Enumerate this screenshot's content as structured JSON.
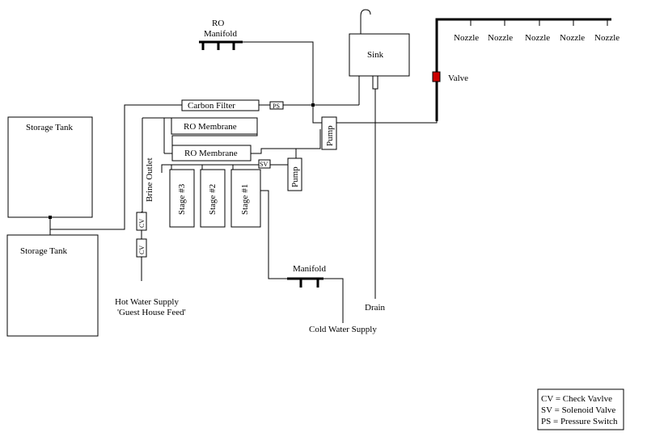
{
  "labels": {
    "ro_manifold_line1": "RO",
    "ro_manifold_line2": "Manifold",
    "sink": "Sink",
    "nozzles": [
      "Nozzle",
      "Nozzle",
      "Nozzle",
      "Nozzle",
      "Nozzle"
    ],
    "valve": "Valve",
    "carbon_filter": "Carbon Filter",
    "pressure_switch": "PS",
    "ro_membrane_1": "RO Membrane",
    "ro_membrane_2": "RO Membrane",
    "pump_1": "Pump",
    "pump_2": "Pump",
    "solenoid_valve": "SV",
    "brine_outlet": "Brine Outlet",
    "stage_3": "Stage #3",
    "stage_2": "Stage #2",
    "stage_1": "Stage #1",
    "storage_tank_1": "Storage Tank",
    "storage_tank_2": "Storage Tank",
    "check_valve_1": "CV",
    "check_valve_2": "CV",
    "hot_water_line1": "Hot Water Supply",
    "hot_water_line2": "'Guest House Feed'",
    "manifold": "Manifold",
    "cold_water_supply": "Cold Water Supply",
    "drain": "Drain"
  },
  "legend": [
    "CV = Check Vavlve",
    "SV = Solenoid Valve",
    "PS = Pressure Switch"
  ],
  "colors": {
    "valve": "#cc0000",
    "line": "#000000",
    "background": "#ffffff"
  }
}
